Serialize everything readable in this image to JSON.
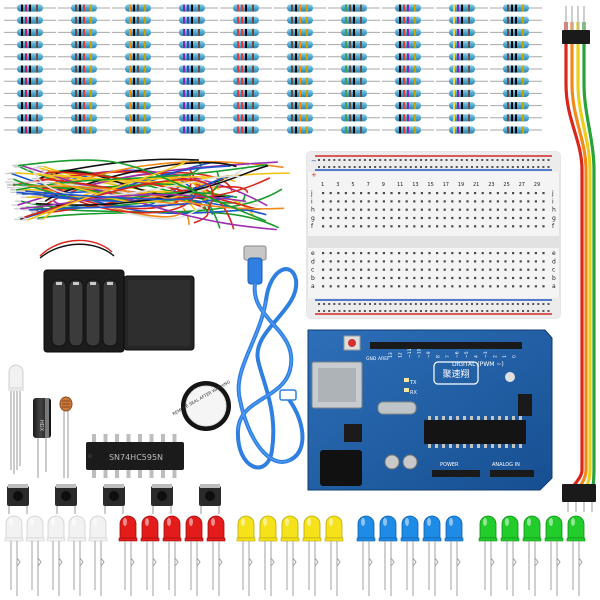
{
  "scene": {
    "breadboard_row_letters_top": [
      "j",
      "i",
      "h",
      "g",
      "f"
    ],
    "breadboard_row_letters_bottom": [
      "e",
      "d",
      "c",
      "b",
      "a"
    ],
    "breadboard_column_numbers": [
      "1",
      "3",
      "5",
      "7",
      "9",
      "11",
      "13",
      "15",
      "17",
      "19",
      "21",
      "23",
      "25",
      "27",
      "29"
    ]
  },
  "board": {
    "digital_label": "DIGITAL (PWM ~)",
    "aref": "AREF",
    "gnd": "GND",
    "tx": "TX",
    "rx": "RX",
    "logo_text": "聚速翔",
    "power_label": "POWER",
    "analog_label": "ANALOG IN",
    "pin_numbers": [
      "13",
      "12",
      "~11",
      "~10",
      "~9",
      "8",
      "7",
      "~6",
      "~5",
      "4",
      "~3",
      "2",
      "1",
      "0"
    ]
  },
  "chip": {
    "marking": "SN74HC595N"
  },
  "buzzer": {
    "sticker": "REMOVE SEAL AFTER WASHING"
  },
  "colors": {
    "resistor_body": "#5fb2d3",
    "breadboard": "#f2f2f2",
    "rail_red": "#d42a2a",
    "rail_blue": "#1e55c2",
    "arduino": "#1f5fa8",
    "usb_cable": "#2f7fe0",
    "led_white": "#f2f2f2",
    "led_red": "#e31b1b",
    "led_yellow": "#f5e21a",
    "led_blue": "#1e8be6",
    "led_green": "#22cc2a",
    "wire_red": "#d9261c",
    "wire_orange": "#f08a1a",
    "wire_yellow": "#e9cf1c",
    "wire_green": "#2aa23a"
  }
}
